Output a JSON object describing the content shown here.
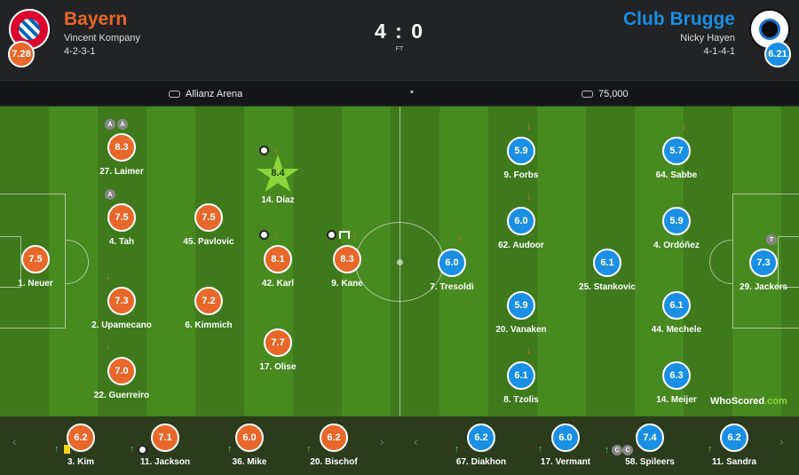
{
  "home": {
    "name": "Bayern",
    "manager": "Vincent Kompany",
    "formation": "4-2-3-1",
    "rating": "7.28",
    "color": "#e8672a"
  },
  "away": {
    "name": "Club Brugge",
    "manager": "Nicky Hayen",
    "formation": "4-1-4-1",
    "rating": "6.21",
    "color": "#1a8fe3"
  },
  "match": {
    "score": "4 : 0",
    "status": "FT"
  },
  "info": {
    "venue": "Allianz Arena",
    "separator": "•",
    "attendance": "75,000"
  },
  "players": {
    "neuer": {
      "rating": "7.5",
      "name": "1. Neuer"
    },
    "laimer": {
      "rating": "8.3",
      "name": "27. Laimer"
    },
    "tah": {
      "rating": "7.5",
      "name": "4. Tah"
    },
    "upamecano": {
      "rating": "7.3",
      "name": "2. Upamecano"
    },
    "guerreiro": {
      "rating": "7.0",
      "name": "22. Guerreiro"
    },
    "pavlovic": {
      "rating": "7.5",
      "name": "45. Pavlovic"
    },
    "kimmich": {
      "rating": "7.2",
      "name": "6. Kimmich"
    },
    "diaz": {
      "rating": "8.4",
      "name": "14. Díaz"
    },
    "karl": {
      "rating": "8.1",
      "name": "42. Karl"
    },
    "olise": {
      "rating": "7.7",
      "name": "17. Olise"
    },
    "kane": {
      "rating": "8.3",
      "name": "9. Kane"
    },
    "forbs": {
      "rating": "5.9",
      "name": "9. Forbs"
    },
    "audoor": {
      "rating": "6.0",
      "name": "62. Audoor"
    },
    "vanaken": {
      "rating": "5.9",
      "name": "20. Vanaken"
    },
    "tzolis": {
      "rating": "6.1",
      "name": "8. Tzolis"
    },
    "tresoldi": {
      "rating": "6.0",
      "name": "7. Tresoldi"
    },
    "stankovic": {
      "rating": "6.1",
      "name": "25. Stankovic"
    },
    "sabbe": {
      "rating": "5.7",
      "name": "64. Sabbe"
    },
    "ordonez": {
      "rating": "5.9",
      "name": "4. Ordóñez"
    },
    "mechele": {
      "rating": "6.1",
      "name": "44. Mechele"
    },
    "meijer": {
      "rating": "6.3",
      "name": "14. Meijer"
    },
    "jackers": {
      "rating": "7.3",
      "name": "29. Jackers"
    }
  },
  "bench": {
    "kim": {
      "rating": "6.2",
      "name": "3. Kim"
    },
    "jackson": {
      "rating": "7.1",
      "name": "11. Jackson"
    },
    "mike": {
      "rating": "6.0",
      "name": "36. Mike"
    },
    "bischof": {
      "rating": "6.2",
      "name": "20. Bischof"
    },
    "diakhon": {
      "rating": "6.2",
      "name": "67. Diakhon"
    },
    "vermant": {
      "rating": "6.0",
      "name": "17. Vermant"
    },
    "spileers": {
      "rating": "7.4",
      "name": "58. Spileers"
    },
    "sandra": {
      "rating": "6.2",
      "name": "11. Sandra"
    }
  },
  "badges": {
    "assist": "A",
    "captain": "C",
    "t": "T"
  },
  "icons": {
    "sub_off": "arrow-down-icon",
    "sub_on": "arrow-up-icon",
    "goal": "ball-icon",
    "chev_left": "‹",
    "chev_right": "›"
  },
  "watermark": {
    "who": "WhoScored",
    "dom": ".com"
  }
}
